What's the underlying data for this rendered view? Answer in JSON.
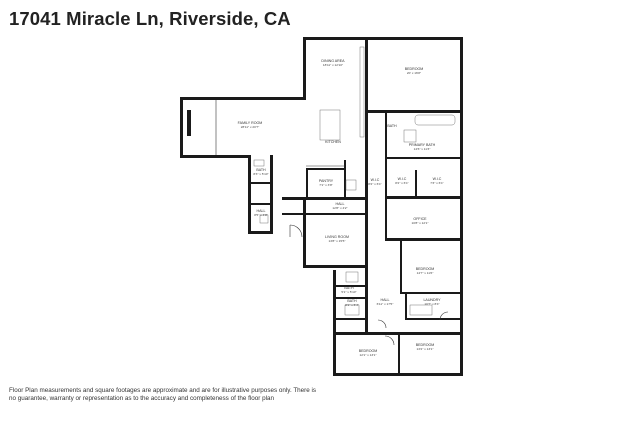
{
  "title": "17041 Miracle Ln, Riverside, CA",
  "disclaimer": "Floor Plan measurements and square footages are approximate and are for illustrative purposes only. There is no guarantee, warranty or representation as to the accuracy and completeness of the floor plan",
  "rooms": [
    {
      "id": "dining",
      "name": "DINING AREA",
      "dims": "18'11\" x 12'10\""
    },
    {
      "id": "bedroom1",
      "name": "BEDROOM",
      "dims": "20' x 16'8\""
    },
    {
      "id": "family",
      "name": "FAMILY ROOM",
      "dims": "28'11\" x 20'7\""
    },
    {
      "id": "kitchen",
      "name": "KITCHEN",
      "dims": ""
    },
    {
      "id": "bath1",
      "name": "BATH",
      "dims": ""
    },
    {
      "id": "primarybath",
      "name": "PRIMARY BATH",
      "dims": "14'6\" x 11'3\""
    },
    {
      "id": "wic1",
      "name": "W.I.C",
      "dims": "8'2\" x 6'1\""
    },
    {
      "id": "wic2",
      "name": "W.I.C",
      "dims": "7'3\" x 6'1\""
    },
    {
      "id": "bath2",
      "name": "BATH",
      "dims": "8'3\" x 5'10\""
    },
    {
      "id": "pantry",
      "name": "PANTRY",
      "dims": "7'1\" x 3'8\""
    },
    {
      "id": "wic3",
      "name": "W.I.C",
      "dims": "8'2\" x 6'1\""
    },
    {
      "id": "hall1",
      "name": "HALL",
      "dims": "12'8\" x 4'2\""
    },
    {
      "id": "hall2",
      "name": "HALL",
      "dims": "8'5\" x 4'8\""
    },
    {
      "id": "office",
      "name": "OFFICE",
      "dims": "10'8\" x 12'1\""
    },
    {
      "id": "living",
      "name": "LIVING ROOM",
      "dims": "13'8\" x 15'5\""
    },
    {
      "id": "bedroom2",
      "name": "BEDROOM",
      "dims": "14'7\" x 11'6\""
    },
    {
      "id": "bath3",
      "name": "BATH",
      "dims": "5'1\" x 5'10\""
    },
    {
      "id": "bath4",
      "name": "BATH",
      "dims": "8'1\" x 5'4\""
    },
    {
      "id": "hall3",
      "name": "HALL",
      "dims": "6'11\" x 17'5\""
    },
    {
      "id": "laundry",
      "name": "LAUNDRY",
      "dims": "10'7\" x 8'4\""
    },
    {
      "id": "bedroom3",
      "name": "BEDROOM",
      "dims": "12'1\" x 13'1\""
    },
    {
      "id": "bedroom4",
      "name": "BEDROOM",
      "dims": "13'2\" x 13'1\""
    }
  ]
}
